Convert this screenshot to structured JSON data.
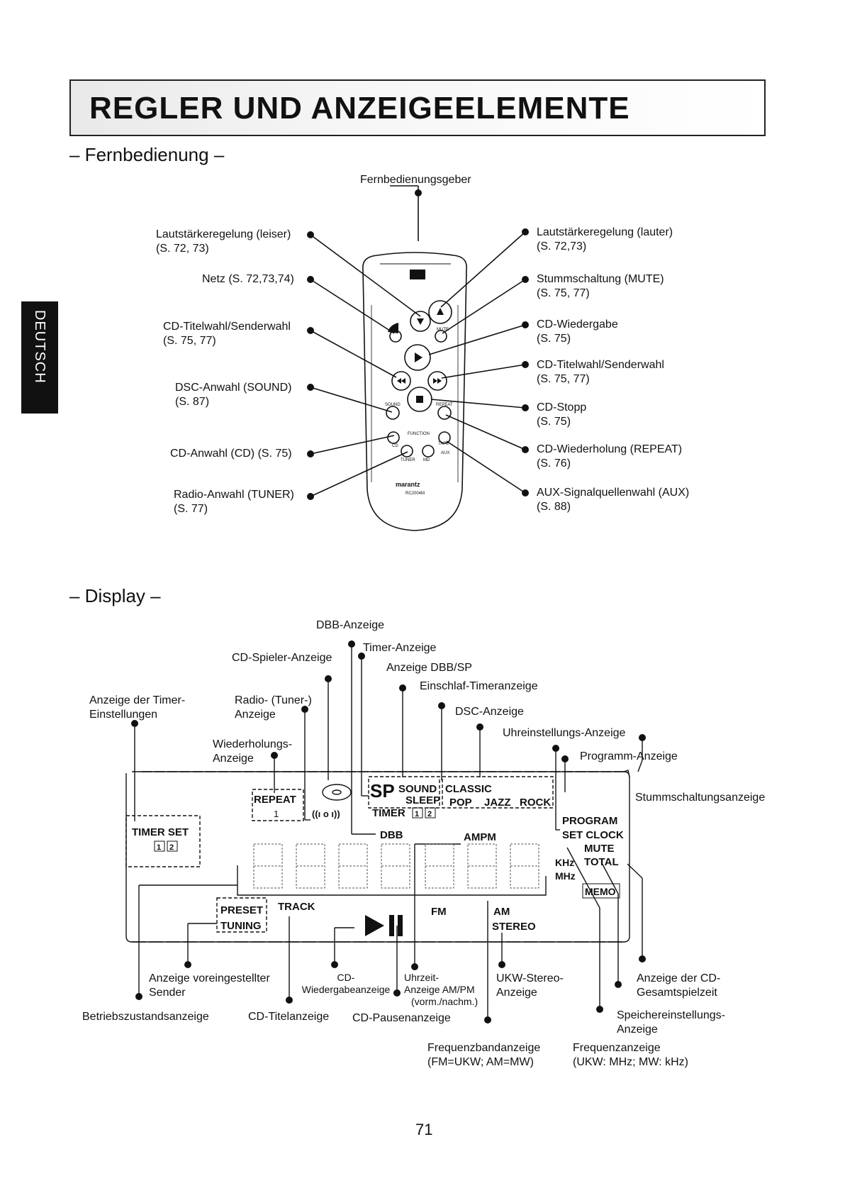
{
  "title": "REGLER UND ANZEIGEELEMENTE",
  "side_tab": "DEUTSCH",
  "page_number": "71",
  "remote": {
    "heading": "– Fernbedienung –",
    "top_label": "Fernbedienungsgeber",
    "left_labels": [
      {
        "line1": "Lautstärkeregelung (leiser)",
        "line2": "(S. 72, 73)"
      },
      {
        "line1": "Netz (S. 72,73,74)",
        "line2": ""
      },
      {
        "line1": "CD-Titelwahl/Senderwahl",
        "line2": "(S. 75, 77)"
      },
      {
        "line1": "DSC-Anwahl (SOUND)",
        "line2": "(S. 87)"
      },
      {
        "line1": "CD-Anwahl (CD) (S. 75)",
        "line2": ""
      },
      {
        "line1": "Radio-Anwahl (TUNER)",
        "line2": "(S. 77)"
      }
    ],
    "right_labels": [
      {
        "line1": "Lautstärkeregelung (lauter)",
        "line2": "(S. 72,73)"
      },
      {
        "line1": "Stummschaltung (MUTE)",
        "line2": "(S. 75, 77)"
      },
      {
        "line1": "CD-Wiedergabe",
        "line2": "(S. 75)"
      },
      {
        "line1": "CD-Titelwahl/Senderwahl",
        "line2": "(S. 75, 77)"
      },
      {
        "line1": "CD-Stopp",
        "line2": "(S. 75)"
      },
      {
        "line1": "CD-Wiederholung (REPEAT)",
        "line2": "(S. 76)"
      },
      {
        "line1": "AUX-Signalquellenwahl (AUX)",
        "line2": "(S. 88)"
      }
    ],
    "device_text": {
      "mute": "MUTE",
      "sound": "SOUND",
      "repeat": "REPEAT",
      "function": "FUNCTION",
      "cd": "CD",
      "tape": "TAPE",
      "aux": "AUX",
      "tuner": "TUNER",
      "md": "MD",
      "brand": "marantz",
      "model": "RC2004M"
    }
  },
  "display": {
    "heading": "– Display –",
    "top_labels": {
      "dbb": "DBB-Anzeige",
      "timer": "Timer-Anzeige",
      "cd_player": "CD-Spieler-Anzeige",
      "dbb_sp": "Anzeige DBB/SP",
      "sleep": "Einschlaf-Timeranzeige",
      "timer_settings_1": "Anzeige der Timer-",
      "timer_settings_2": "Einstellungen",
      "radio_1": "Radio- (Tuner-)",
      "radio_2": "Anzeige",
      "dsc": "DSC-Anzeige",
      "clock_set": "Uhreinstellungs-Anzeige",
      "repeat_1": "Wiederholungs-",
      "repeat_2": "Anzeige",
      "program": "Programm-Anzeige",
      "mute": "Stummschaltungsanzeige"
    },
    "bottom_labels": {
      "preset_1": "Anzeige voreingestellter",
      "preset_2": "Sender",
      "status": "Betriebszustandsanzeige",
      "cd_play_1": "CD-",
      "cd_play_2": "Wiedergabeanzeige",
      "cd_track": "CD-Titelanzeige",
      "cd_pause": "CD-Pausenanzeige",
      "ampm_1": "Uhrzeit-",
      "ampm_2": "Anzeige AM/PM",
      "ampm_3": "(vorm./nachm.)",
      "stereo_1": "UKW-Stereo-",
      "stereo_2": "Anzeige",
      "total_1": "Anzeige der CD-",
      "total_2": "Gesamtspielzeit",
      "memo_1": "Speichereinstellungs-",
      "memo_2": "Anzeige",
      "band_1": "Frequenzbandanzeige",
      "band_2": "(FM=UKW; AM=MW)",
      "freq_1": "Frequenzanzeige",
      "freq_2": "(UKW: MHz; MW: kHz)"
    },
    "panel": {
      "repeat": "REPEAT",
      "repeat_one": "1",
      "sp": "SP",
      "sound": "SOUND",
      "sleep": "SLEEP",
      "classic": "CLASSIC",
      "pop": "POP",
      "jazz": "JAZZ",
      "rock": "ROCK",
      "timer": "TIMER",
      "timer_set": "TIMER SET",
      "dbb": "DBB",
      "ampm": "AMPM",
      "program": "PROGRAM",
      "set_clock": "SET CLOCK",
      "mute": "MUTE",
      "total": "TOTAL",
      "khz": "KHz",
      "mhz": "MHz",
      "memo": "MEMO",
      "preset": "PRESET",
      "tuning": "TUNING",
      "track": "TRACK",
      "fm": "FM",
      "am": "AM",
      "stereo": "STEREO",
      "box1": "1",
      "box2": "2",
      "radio_waves": "((ı o ı))"
    }
  }
}
